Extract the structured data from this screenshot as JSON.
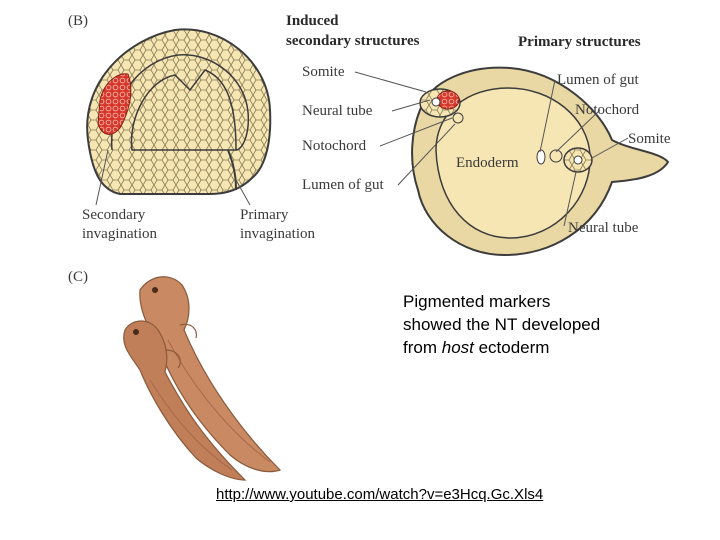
{
  "panel_b": {
    "panel_label": "(B)",
    "induced_title_line1": "Induced",
    "induced_title_line2": "secondary structures",
    "primary_title": "Primary structures",
    "left_labels": [
      "Somite",
      "Neural tube",
      "Notochord",
      "Lumen of gut"
    ],
    "right_labels": [
      "Lumen of gut",
      "Notochord",
      "Somite",
      "Neural tube"
    ],
    "endoderm_label": "Endoderm",
    "secondary_invagination": [
      "Secondary",
      "invagination"
    ],
    "primary_invagination": [
      "Primary",
      "invagination"
    ]
  },
  "panel_c": {
    "panel_label": "(C)"
  },
  "caption": {
    "line1": "Pigmented markers",
    "line2": "showed the NT developed",
    "line3_prefix": "from ",
    "line3_emphasis": "host",
    "line3_suffix": " ectoderm"
  },
  "link": {
    "text": "http://www.youtube.com/watch?v=e3Hcq.Gc.Xls4"
  },
  "colors": {
    "embryo_fill": "#f5e6b4",
    "outline": "#3c3c3c",
    "marker_red": "#d9362b",
    "tadpole_fill": "#c98a63",
    "tadpole_shadow": "#a8694a"
  }
}
